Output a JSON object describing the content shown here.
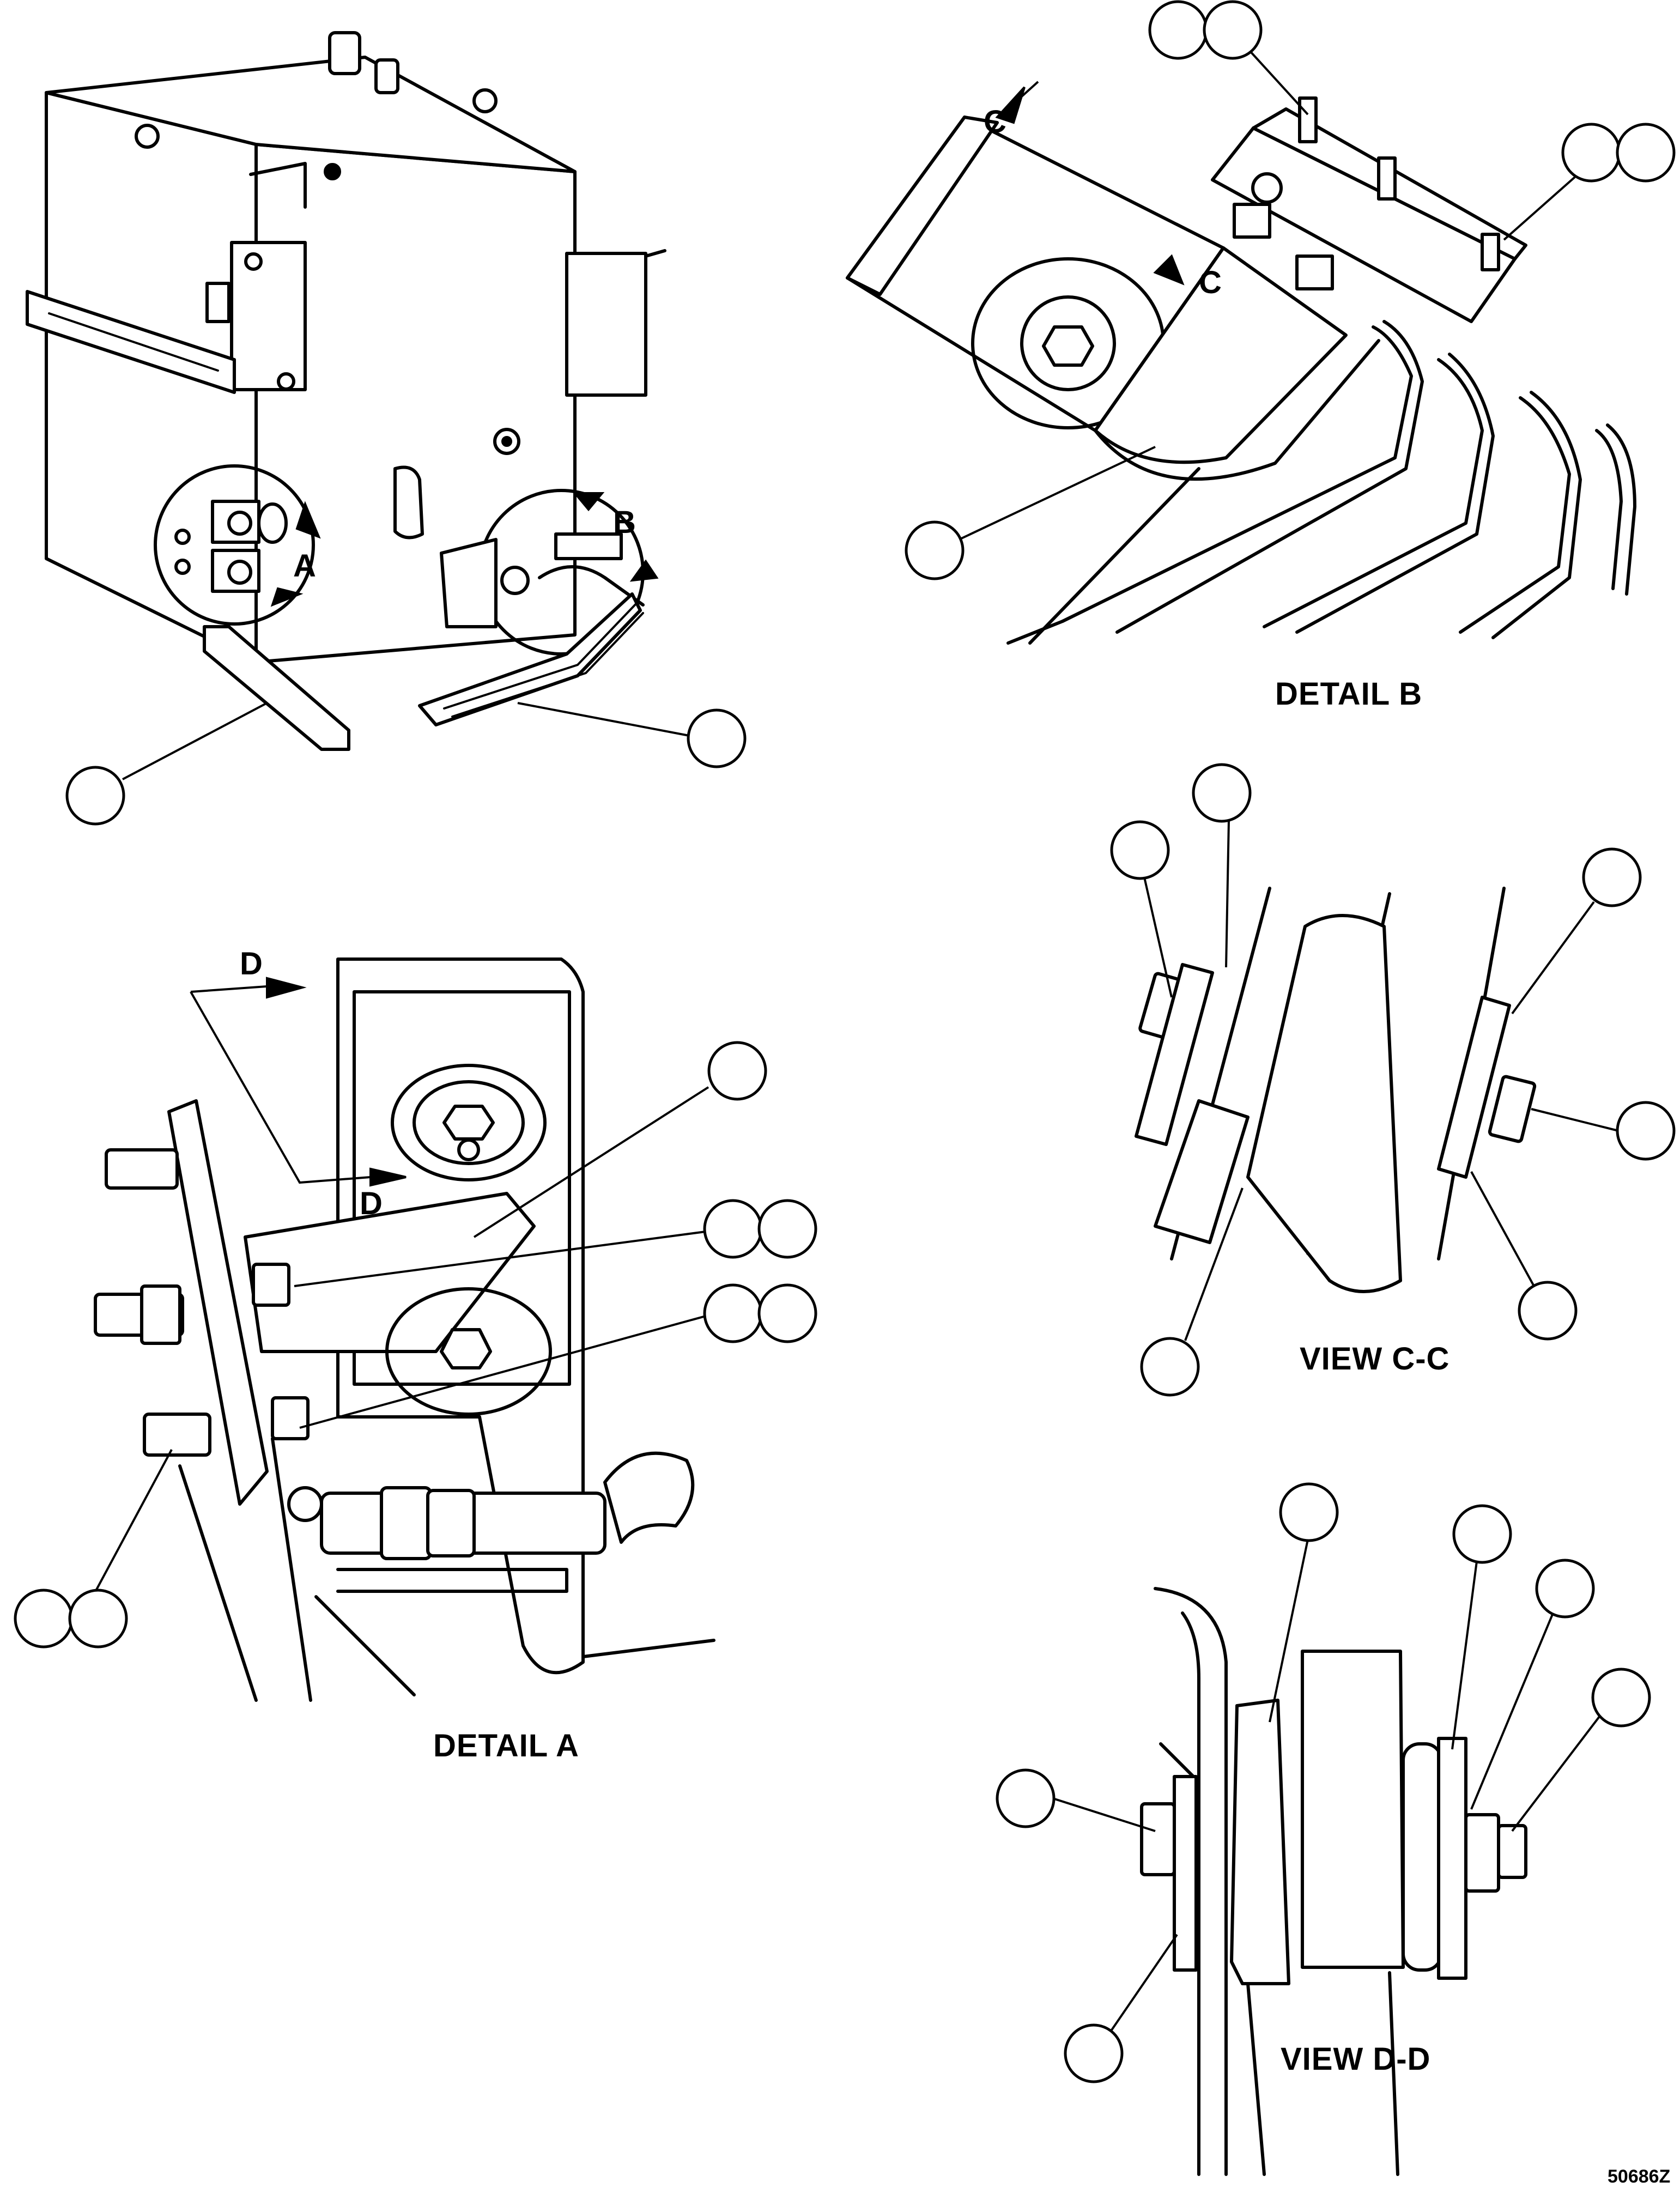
{
  "figure": {
    "captions": {
      "detail_a": "DETAIL A",
      "detail_b": "DETAIL B",
      "view_cc": "VIEW C-C",
      "view_dd": "VIEW D-D"
    },
    "section_markers": {
      "a": "A",
      "b": "B",
      "c1": "C",
      "c2": "C",
      "d1": "D",
      "d2": "D"
    },
    "drawing_code": "50686Z"
  }
}
